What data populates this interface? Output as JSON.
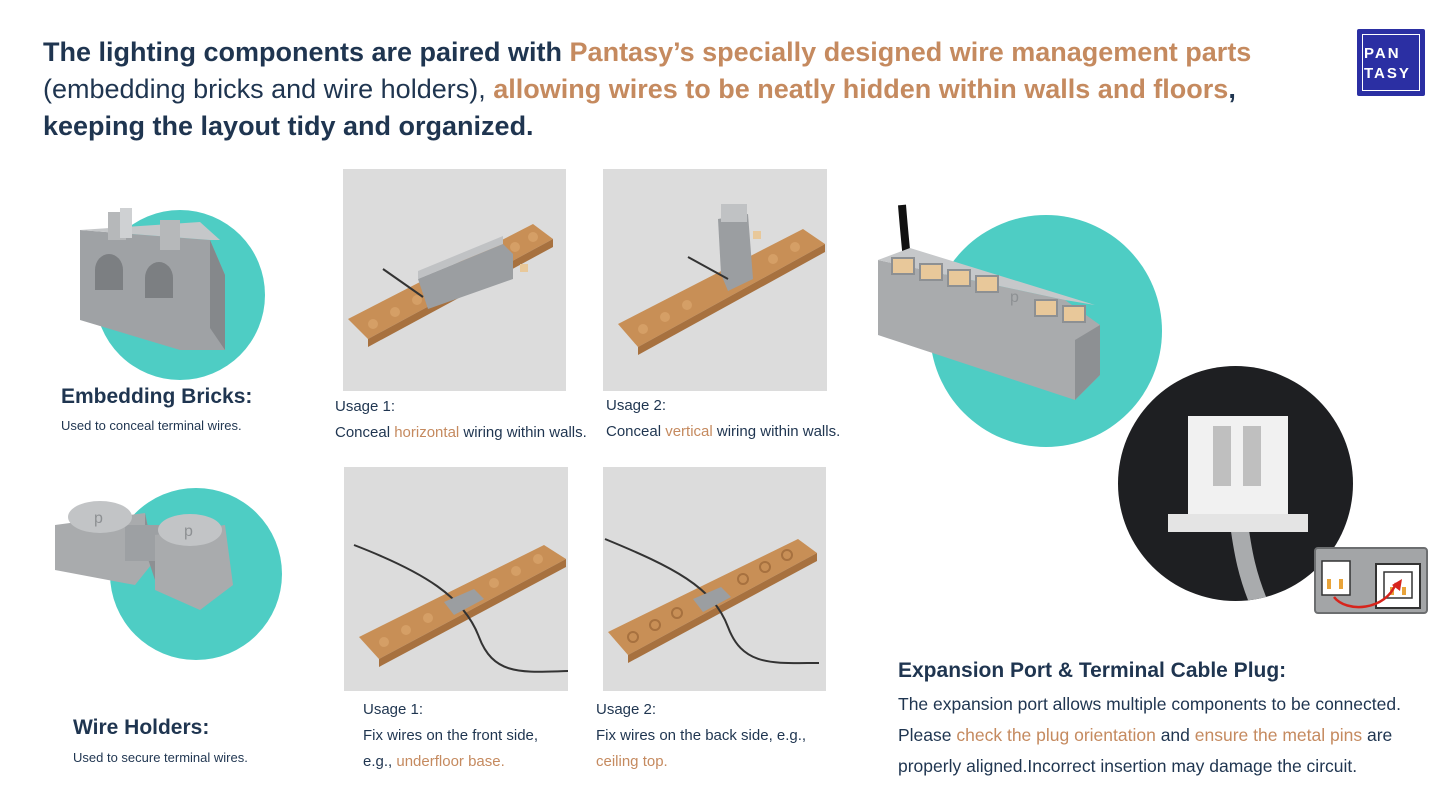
{
  "headline": {
    "part1": "The lighting components are paired with ",
    "part2": "Pantasy’s specially designed wire management parts",
    "part3": "(embedding bricks and wire holders), ",
    "part4": "allowing wires to be neatly hidden within walls and floors",
    "part5": ",",
    "part6": "keeping the layout tidy and organized."
  },
  "logo": {
    "line1": "PAN",
    "line2": "TASY"
  },
  "embedding": {
    "title": "Embedding Bricks:",
    "subtitle": "Used to conceal terminal wires."
  },
  "holders": {
    "title": "Wire Holders:",
    "subtitle": "Used to secure terminal wires."
  },
  "usage_top_1": {
    "label": "Usage 1:",
    "pre": "Conceal ",
    "accent": "horizontal",
    "post": " wiring within walls."
  },
  "usage_top_2": {
    "label": "Usage 2:",
    "pre": "Conceal ",
    "accent": "vertical",
    "post": " wiring within walls."
  },
  "usage_bottom_1": {
    "label": "Usage 1:",
    "line1": "Fix wires on the front side,",
    "pre2": "e.g., ",
    "accent": "underfloor base."
  },
  "usage_bottom_2": {
    "label": "Usage 2:",
    "line1": "Fix wires on the back side, e.g.,",
    "accent": "ceiling top."
  },
  "expansion": {
    "title": "Expansion Port & Terminal Cable Plug:",
    "line1": "The expansion port allows multiple components to be connected.",
    "pre2": "Please ",
    "accent1": "check the plug orientation",
    "mid2": " and ",
    "accent2": "ensure the metal pins",
    "post2": " are",
    "line3": "properly aligned.Incorrect insertion may damage the circuit."
  },
  "colors": {
    "navy": "#1f3550",
    "accent": "#c58a5f",
    "teal": "#4ecdc4",
    "logo_blue": "#2b2fa3",
    "brick_gray": "#a9abad",
    "plate_tan": "#c88f56"
  }
}
